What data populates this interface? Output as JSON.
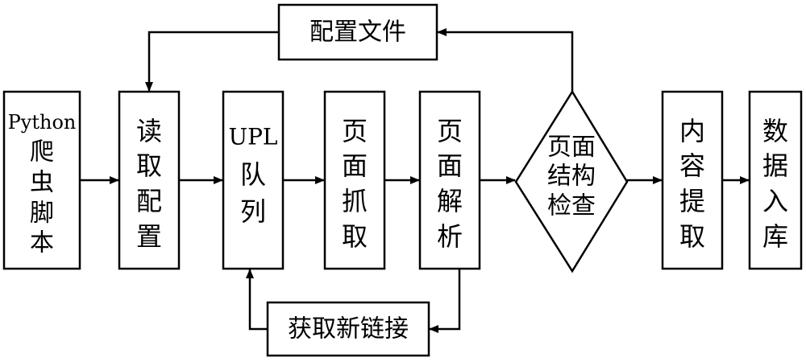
{
  "nodes": {
    "python_script": [
      "Python",
      "爬",
      "虫",
      "脚",
      "本"
    ],
    "read_config": [
      "读",
      "取",
      "配",
      "置"
    ],
    "upl_queue": [
      "UPL",
      "队",
      "列"
    ],
    "page_fetch": [
      "页",
      "面",
      "抓",
      "取"
    ],
    "page_parse": [
      "页",
      "面",
      "解",
      "析"
    ],
    "structure_check": [
      "页面",
      "结构",
      "检查"
    ],
    "content_extract": [
      "内",
      "容",
      "提",
      "取"
    ],
    "data_store": [
      "数",
      "据",
      "入",
      "库"
    ],
    "config_file": "配置文件",
    "get_new_links": "获取新链接"
  }
}
